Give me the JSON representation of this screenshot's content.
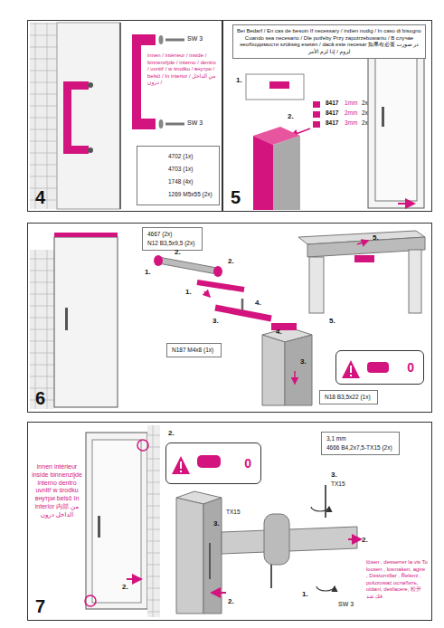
{
  "diagram": {
    "nodes": [
      {
        "text": [
          "4"
        ]
      },
      {
        "text": [
          "4702 (1x)",
          "4703 (1x)",
          "1748 (4x)",
          "1269 M5x55 (2x)"
        ],
        "in": 0
      },
      {
        "text": [
          "5"
        ]
      },
      {
        "text": [
          "Bei Bedarf / En cas de besoin If necessary / indien nodig / In caso di bisogno Cuando sea necesario / Dle potřeby Przy zapotrzebowaniu / В случае необходимости szükség esetén / dacă este necesar 如果有必要 در صورت لزوم / إذا لزم الأمر"
        ],
        "in": 2
      },
      {
        "text": [
          "6"
        ]
      },
      {
        "text": [
          "4667 (2x)",
          "N12 B3,5x9,5 (2x)"
        ],
        "in": 4
      },
      {
        "text": [
          "N187 M4x8 (1x)"
        ],
        "in": 4
      },
      {
        "text": [
          "0"
        ],
        "in": 4
      },
      {
        "text": [
          "N18 B3,5x22 (1x)"
        ],
        "in": 4
      },
      {
        "text": [
          "7"
        ]
      },
      {
        "text": [
          "0"
        ],
        "in": 9
      },
      {
        "text": [
          "3,1 mm",
          "4666 B4,2x7,5-TX15 (2x)"
        ],
        "in": 9
      }
    ],
    "labels": [
      "innen / intérieur / inside / binnenzijde / interno / dentro / uvnitř / w środku / внутри / belső / în interior / من الداخل / درون",
      "SW 3",
      "SW 3",
      "1.",
      "2.",
      "8417",
      "1mm",
      "2x",
      "8417",
      "2mm",
      "2x",
      "8417",
      "3mm",
      "2x",
      "2.",
      "1.",
      "2.",
      "1.",
      "3.",
      "4.",
      "4.",
      "3.",
      "5.",
      "5.",
      "innen intérieur inside binnenzijde interno dentro uvnitř w środku внутри belső în interior 内部 من الداخل درون",
      "2.",
      "3.",
      "TX15",
      "TX15",
      "3.",
      "2.",
      "2.",
      "1.",
      "SW 3",
      "2.",
      "lösen , desserrer la vis To loosen , losmaken, agire , Destornillar , Řelemi , poluzować ослабить, oldani, desfacere, 松开 فك شد"
    ]
  }
}
